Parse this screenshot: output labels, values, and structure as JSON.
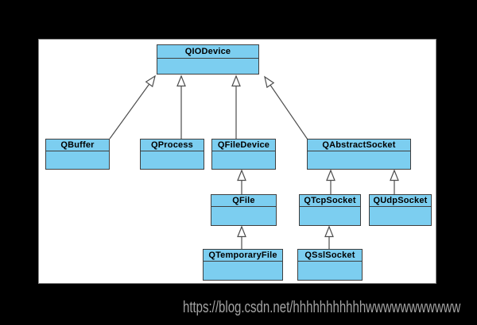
{
  "diagram": {
    "type": "uml-class-diagram",
    "classes": [
      {
        "name": "QIODevice"
      },
      {
        "name": "QBuffer"
      },
      {
        "name": "QProcess"
      },
      {
        "name": "QFileDevice"
      },
      {
        "name": "QAbstractSocket"
      },
      {
        "name": "QFile"
      },
      {
        "name": "QTcpSocket"
      },
      {
        "name": "QUdpSocket"
      },
      {
        "name": "QTemporaryFile"
      },
      {
        "name": "QSslSocket"
      }
    ],
    "relations": [
      {
        "from": "QBuffer",
        "to": "QIODevice",
        "type": "inheritance"
      },
      {
        "from": "QProcess",
        "to": "QIODevice",
        "type": "inheritance"
      },
      {
        "from": "QFileDevice",
        "to": "QIODevice",
        "type": "inheritance"
      },
      {
        "from": "QAbstractSocket",
        "to": "QIODevice",
        "type": "inheritance"
      },
      {
        "from": "QFile",
        "to": "QFileDevice",
        "type": "inheritance"
      },
      {
        "from": "QTemporaryFile",
        "to": "QFile",
        "type": "inheritance"
      },
      {
        "from": "QTcpSocket",
        "to": "QAbstractSocket",
        "type": "inheritance"
      },
      {
        "from": "QUdpSocket",
        "to": "QAbstractSocket",
        "type": "inheritance"
      },
      {
        "from": "QSslSocket",
        "to": "QTcpSocket",
        "type": "inheritance"
      }
    ]
  },
  "watermark": {
    "text": "https://blog.csdn.net/hhhhhhhhhhhwwwwwwwwwww"
  },
  "colors": {
    "page_background": "#000000",
    "canvas_background": "#ffffff",
    "class_fill": "#7ccef0",
    "class_border": "#3f3f3f",
    "connector": "#4d4d4d",
    "arrowhead_fill": "#ffffff",
    "watermark_text": "#a3a3a3"
  }
}
